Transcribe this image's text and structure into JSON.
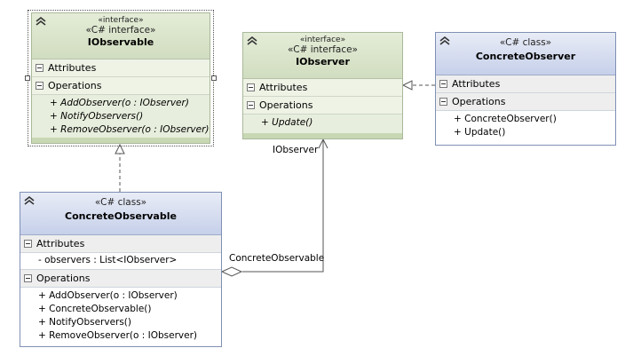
{
  "iobservable": {
    "stereotype_top": "«interface»",
    "stereotype_sub": "«C# interface»",
    "name": "IObservable",
    "attributes_label": "Attributes",
    "operations_label": "Operations",
    "operations": [
      "+ AddObserver(o : IObserver)",
      "+ NotifyObservers()",
      "+ RemoveObserver(o : IObserver)"
    ]
  },
  "iobserver": {
    "stereotype_top": "«interface»",
    "stereotype_sub": "«C# interface»",
    "name": "IObserver",
    "attributes_label": "Attributes",
    "operations_label": "Operations",
    "operations": [
      "+ Update()"
    ]
  },
  "concrete_observer": {
    "stereotype": "«C# class»",
    "name": "ConcreteObserver",
    "attributes_label": "Attributes",
    "operations_label": "Operations",
    "operations": [
      "+ ConcreteObserver()",
      "+ Update()"
    ]
  },
  "concrete_observable": {
    "stereotype": "«C# class»",
    "name": "ConcreteObservable",
    "attributes_label": "Attributes",
    "attributes": [
      "- observers : List<IObserver>"
    ],
    "operations_label": "Operations",
    "operations": [
      "+ AddObserver(o : IObserver)",
      "+ ConcreteObservable()",
      "+ NotifyObservers()",
      "+ RemoveObserver(o : IObserver)"
    ]
  },
  "association": {
    "target_role": "IObserver",
    "source_role": "ConcreteObservable"
  }
}
